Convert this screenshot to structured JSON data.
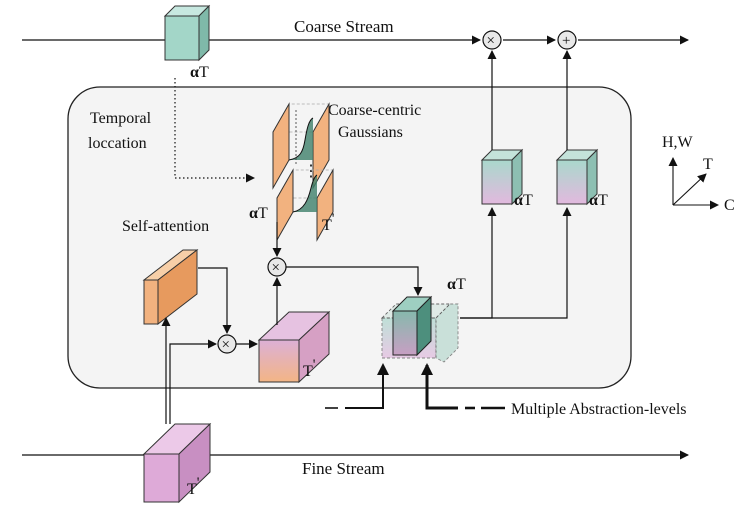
{
  "labels": {
    "coarse_stream": "Coarse Stream",
    "fine_stream": "Fine Stream",
    "temporal_location_1": "Temporal",
    "temporal_location_2": "loccation",
    "gaussians_1": "Coarse-centric",
    "gaussians_2": "Gaussians",
    "self_attention": "Self-attention",
    "multi_abstraction": "Multiple Abstraction-levels",
    "alpha": "α",
    "T": "T",
    "T_prime": "T",
    "prime": "'",
    "axis_hw": "H,W",
    "axis_t": "T",
    "axis_c": "C"
  },
  "colors": {
    "teal": "#9fd3c7",
    "orange": "#f2b27f",
    "pink": "#d9a9d3",
    "panel": "#f4f4f4",
    "line": "#111111"
  }
}
